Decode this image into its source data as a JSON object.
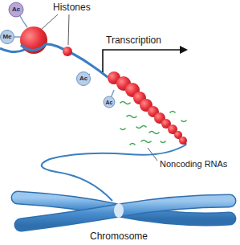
{
  "diagram": {
    "labels": [
      "Histones",
      "Transcription",
      "Noncoding RNAs",
      "Chromosome",
      "Ac",
      "Me",
      "Ac",
      "Ac"
    ]
  }
}
